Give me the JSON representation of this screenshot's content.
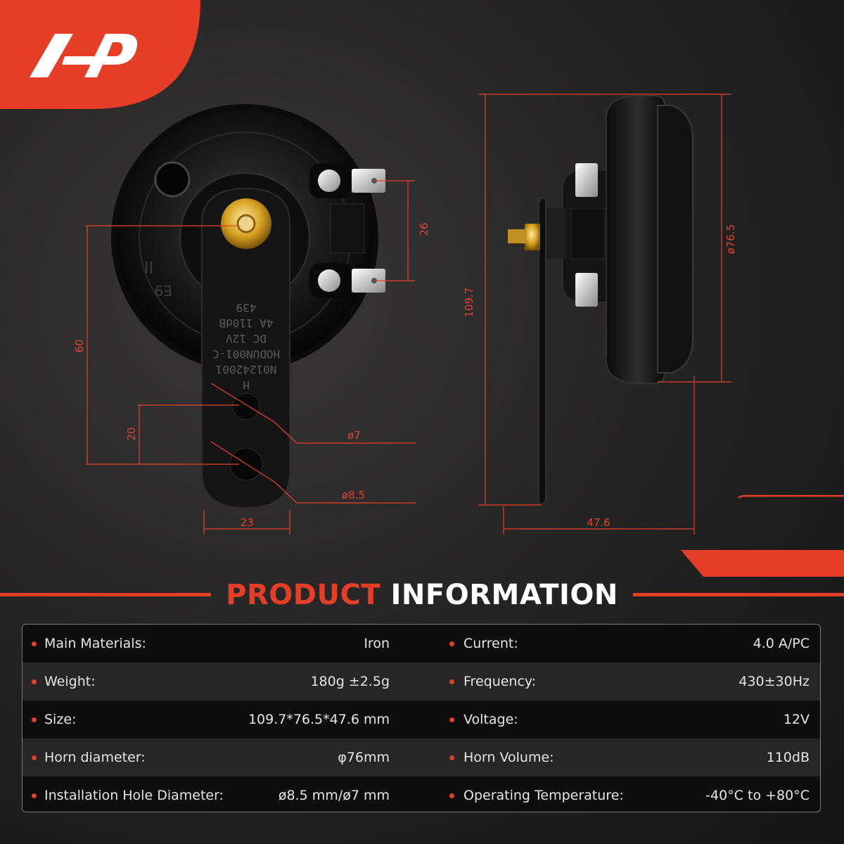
{
  "brand": {
    "logo_text": "A-P",
    "accent": "#e53d26"
  },
  "front_view": {
    "horn_markings": [
      "H",
      "N01242001",
      "HODUN001-C",
      "DC 12V",
      "4A 110dB",
      "439"
    ],
    "dimensions": {
      "d1": "26",
      "d2": "60",
      "d3": "20",
      "d4": "ø7",
      "d5": "ø8.5",
      "d6": "23"
    }
  },
  "side_view": {
    "dimensions": {
      "d1": "109.7",
      "d2": "ø76.5",
      "d3": "47.6"
    }
  },
  "section": {
    "title_accent": "PRODUCT",
    "title_rest": "INFORMATION"
  },
  "specs": {
    "left": [
      {
        "label": "Main Materials:",
        "value": "Iron"
      },
      {
        "label": "Weight:",
        "value": "180g ±2.5g"
      },
      {
        "label": "Size:",
        "value": "109.7*76.5*47.6 mm"
      },
      {
        "label": "Horn diameter:",
        "value": "φ76mm"
      },
      {
        "label": "Installation Hole Diameter:",
        "value": "ø8.5 mm/ø7 mm"
      }
    ],
    "right": [
      {
        "label": "Current:",
        "value": "4.0 A/PC"
      },
      {
        "label": "Frequency:",
        "value": "430±30Hz"
      },
      {
        "label": "Voltage:",
        "value": "12V"
      },
      {
        "label": "Horn Volume:",
        "value": "110dB"
      },
      {
        "label": "Operating Temperature:",
        "value": "-40°C to +80°C"
      }
    ]
  }
}
